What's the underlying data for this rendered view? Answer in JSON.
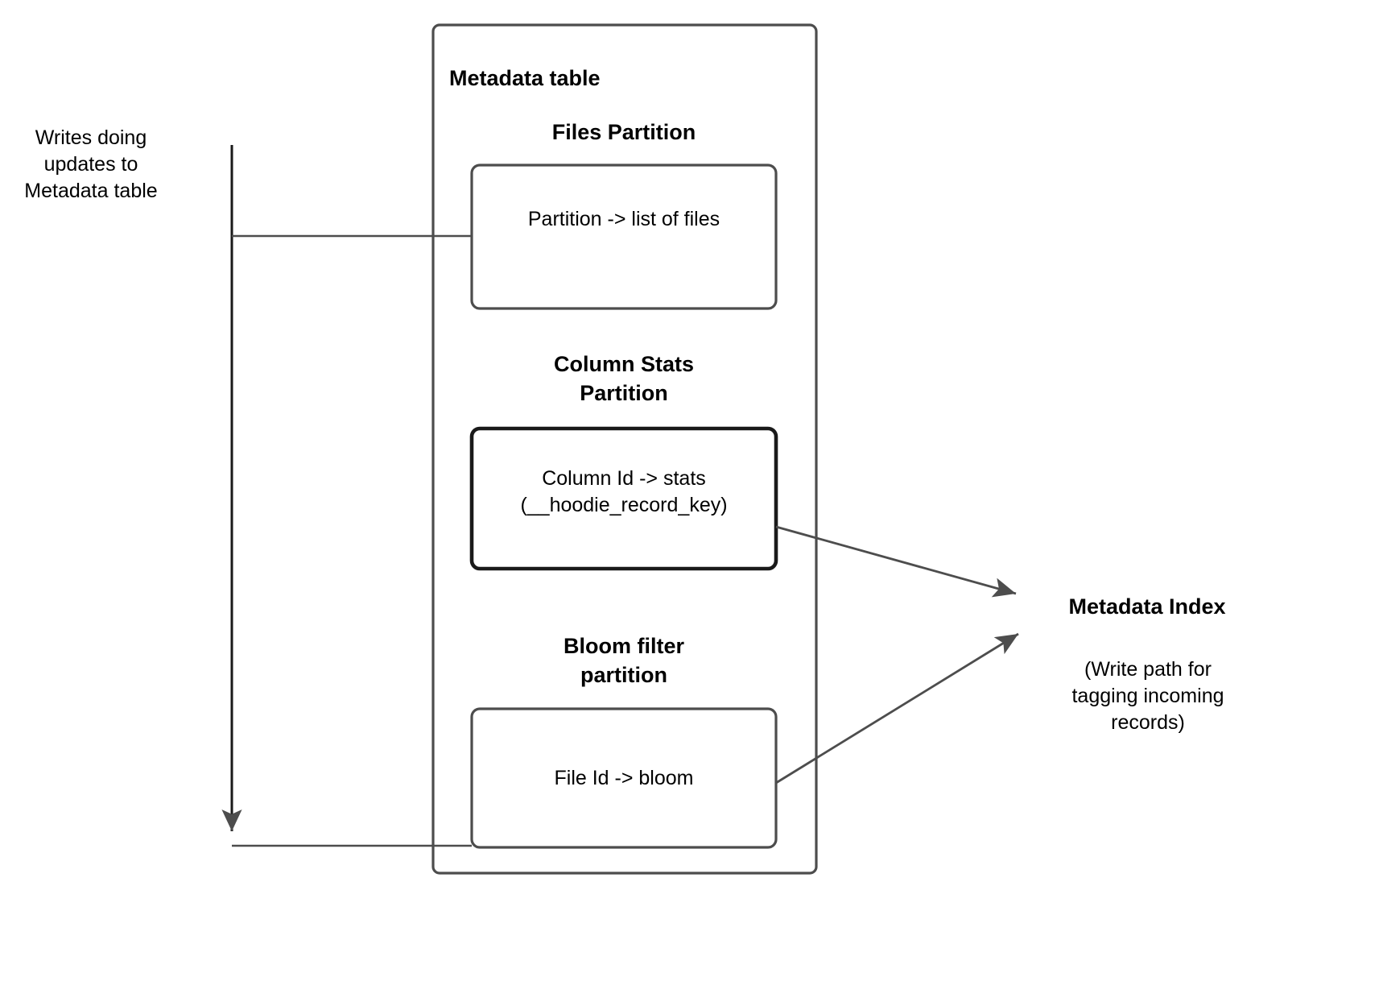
{
  "diagram": {
    "type": "flow-diagram",
    "title": "Hudi Metadata table partitions and Metadata Index write path",
    "background_color": "#ffffff",
    "line_color": "#4d4d4d",
    "dark_line_color": "#1a1a1a",
    "text_color": "#000000"
  },
  "left_note": {
    "text": "Writes doing\nupdates to\nMetadata table"
  },
  "metadata_table": {
    "title": "Metadata table",
    "partitions": [
      {
        "heading": "Files Partition",
        "box_text": "Partition -> list of files",
        "emphasis": false
      },
      {
        "heading": "Column Stats\nPartition",
        "box_text": "Column Id  -> stats\n(__hoodie_record_key)",
        "emphasis": true
      },
      {
        "heading": "Bloom filter\npartition",
        "box_text": "File Id -> bloom",
        "emphasis": false
      }
    ]
  },
  "metadata_index": {
    "title": "Metadata Index",
    "note": "(Write path for\ntagging incoming\nrecords)"
  },
  "connectors": [
    {
      "name": "writes-to-files-partition",
      "from": "writes-bus",
      "to": "files-partition-box",
      "arrowhead": false
    },
    {
      "name": "writes-bus-down",
      "from": "writes-bus-top",
      "to": "writes-bus-bottom",
      "arrowhead": true
    },
    {
      "name": "writes-to-bloom-partition",
      "from": "writes-bus-bottom",
      "to": "bloom-partition-box",
      "arrowhead": false
    },
    {
      "name": "column-stats-to-metadata-index",
      "from": "column-stats-box",
      "to": "metadata-index",
      "arrowhead": true
    },
    {
      "name": "bloom-to-metadata-index",
      "from": "bloom-partition-box",
      "to": "metadata-index",
      "arrowhead": true
    }
  ]
}
